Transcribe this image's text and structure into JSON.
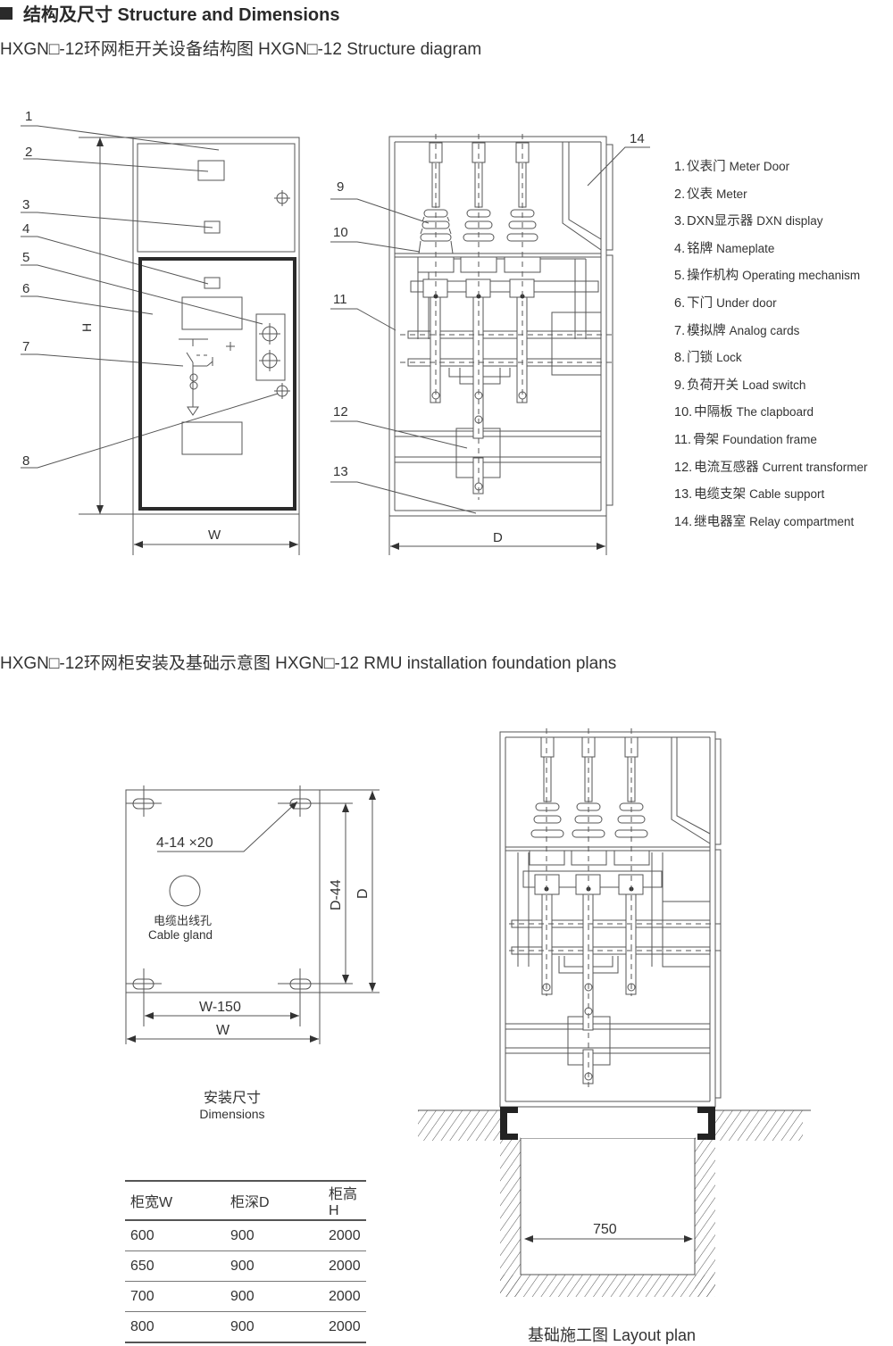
{
  "section": {
    "title": "结构及尺寸 Structure and Dimensions"
  },
  "structure": {
    "subtitle": "HXGN□-12环网柜开关设备结构图   HXGN□-12 Structure diagram",
    "front_view": {
      "callouts": [
        "1",
        "2",
        "3",
        "4",
        "5",
        "6",
        "7",
        "8"
      ],
      "height_label": "H",
      "width_label": "W"
    },
    "side_view": {
      "callouts": [
        "9",
        "10",
        "11",
        "12",
        "13",
        "14"
      ],
      "depth_label": "D"
    },
    "legend": [
      {
        "num": "1.",
        "zh": "仪表门",
        "en": "Meter Door"
      },
      {
        "num": "2.",
        "zh": "仪表",
        "en": "Meter"
      },
      {
        "num": "3.",
        "zh": "DXN显示器",
        "en": "DXN display"
      },
      {
        "num": "4.",
        "zh": "铭牌",
        "en": "Nameplate"
      },
      {
        "num": "5.",
        "zh": "操作机构",
        "en": "Operating mechanism"
      },
      {
        "num": "6.",
        "zh": "下门",
        "en": "Under door"
      },
      {
        "num": "7.",
        "zh": "模拟牌",
        "en": "Analog cards"
      },
      {
        "num": "8.",
        "zh": "门锁",
        "en": "Lock"
      },
      {
        "num": "9.",
        "zh": "负荷开关",
        "en": "Load switch"
      },
      {
        "num": "10.",
        "zh": "中隔板",
        "en": "The clapboard"
      },
      {
        "num": "11.",
        "zh": "骨架",
        "en": "Foundation frame"
      },
      {
        "num": "12.",
        "zh": "电流互感器",
        "en": "Current transformer"
      },
      {
        "num": "13.",
        "zh": "电缆支架",
        "en": "Cable support"
      },
      {
        "num": "14.",
        "zh": "继电器室",
        "en": "Relay compartment"
      }
    ]
  },
  "installation": {
    "subtitle": "HXGN□-12环网柜安装及基础示意图  HXGN□-12 RMU installation  foundation  plans",
    "plan": {
      "hole_spec": "4-14 ×20",
      "gland_zh": "电缆出线孔",
      "gland_en": "Cable gland",
      "inner_width": "W-150",
      "width": "W",
      "inner_depth": "D-44",
      "depth": "D",
      "caption_zh": "安装尺寸",
      "caption_en": "Dimensions"
    },
    "table": {
      "headers": [
        "柜宽W",
        "柜深D",
        "柜高H"
      ],
      "rows": [
        [
          "600",
          "900",
          "2000"
        ],
        [
          "650",
          "900",
          "2000"
        ],
        [
          "700",
          "900",
          "2000"
        ],
        [
          "800",
          "900",
          "2000"
        ]
      ]
    },
    "layout": {
      "trench_width": "750",
      "caption": "基础施工图  Layout plan"
    }
  }
}
